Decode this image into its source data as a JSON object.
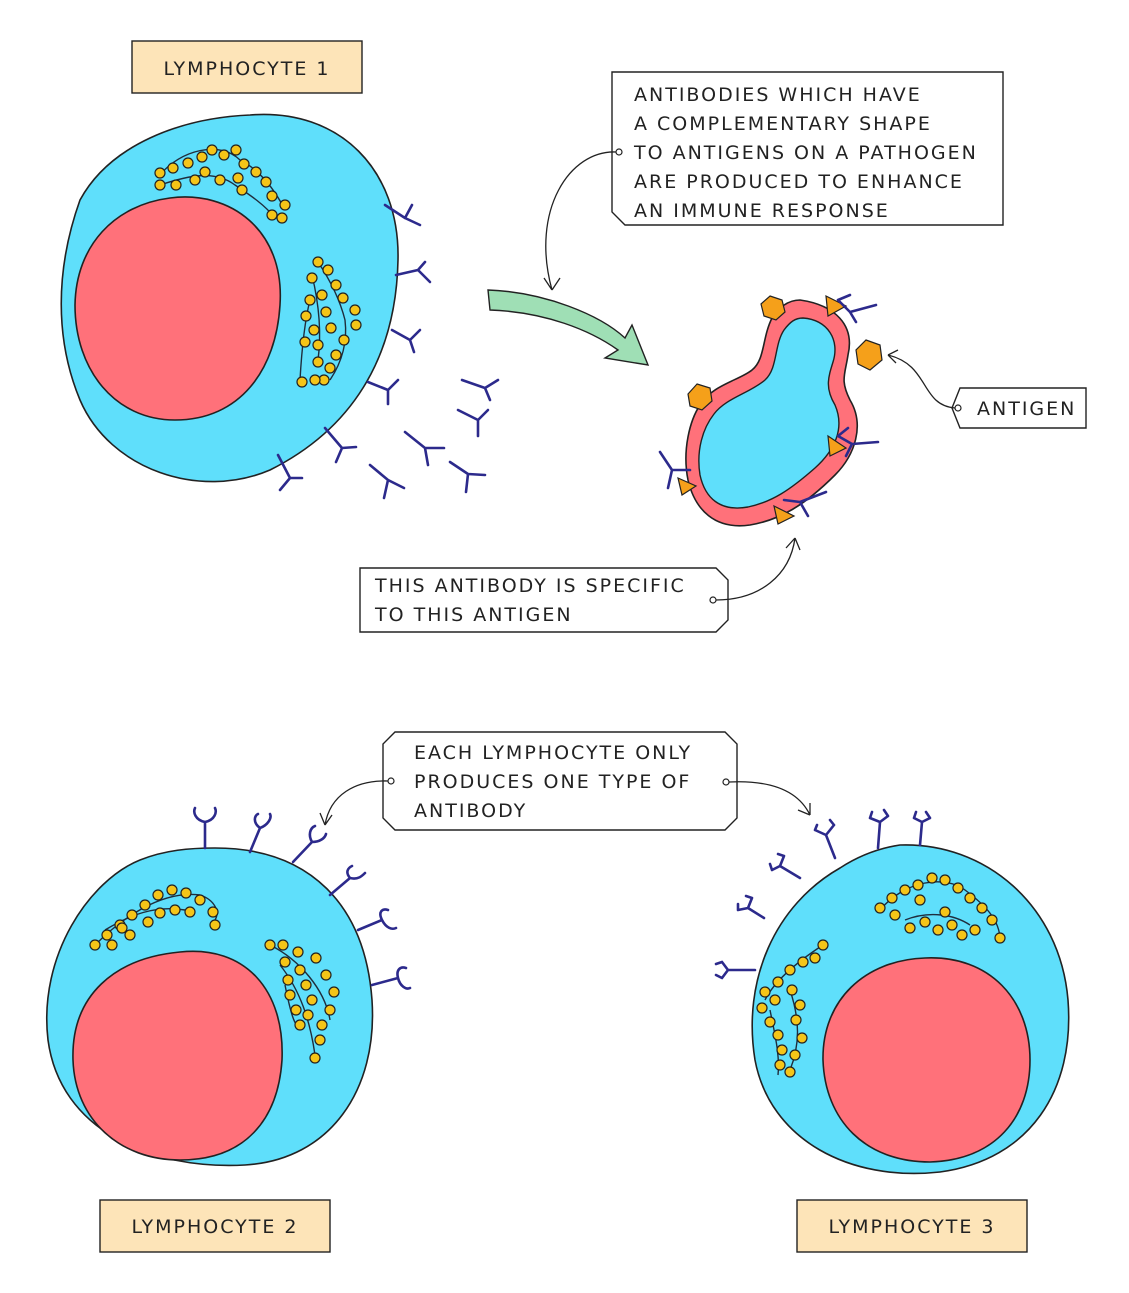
{
  "labels": {
    "lymphocyte_1": "LYMPHOCYTE 1",
    "lymphocyte_2": "LYMPHOCYTE 2",
    "lymphocyte_3": "LYMPHOCYTE 3",
    "antigen": "ANTIGEN"
  },
  "callouts": {
    "antibody_production": [
      "ANTIBODIES WHICH HAVE",
      "A COMPLEMENTARY SHAPE",
      "TO ANTIGENS ON A PATHOGEN",
      "ARE PRODUCED TO ENHANCE",
      "AN IMMUNE RESPONSE"
    ],
    "specificity": [
      "THIS ANTIBODY IS SPECIFIC",
      "TO THIS ANTIGEN"
    ],
    "one_type": [
      "EACH LYMPHOCYTE ONLY",
      "PRODUCES ONE TYPE OF",
      "ANTIBODY"
    ]
  },
  "colors": {
    "cytoplasm": "#5fdffb",
    "nucleus": "#ff717a",
    "ribosome": "#f5c518",
    "antibody": "#2c2a8c",
    "antigen": "#f5a01a",
    "pathogen_membrane": "#ff717a",
    "arrow": "#9fdfb5",
    "label_fill": "#fde4b8"
  }
}
